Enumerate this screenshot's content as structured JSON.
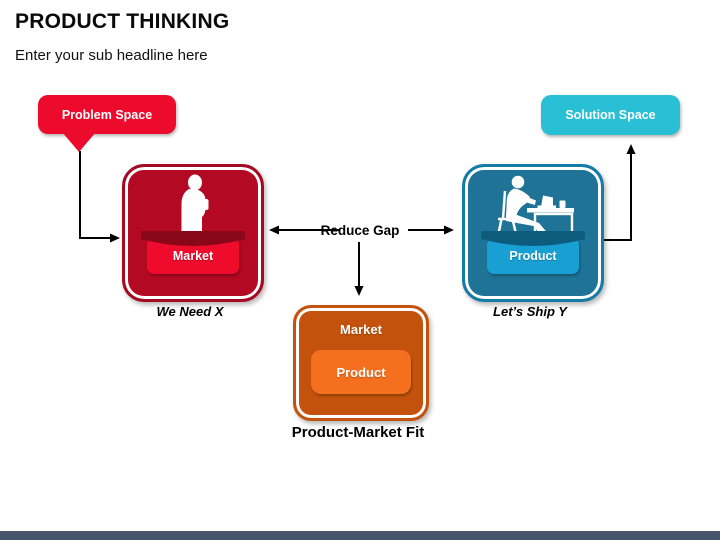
{
  "header": {
    "title": "PRODUCT THINKING",
    "subtitle": "Enter your sub headline here"
  },
  "badges": {
    "problem": {
      "label": "Problem Space",
      "color": "#EC0B2C"
    },
    "solution": {
      "label": "Solution Space",
      "color": "#29BFD4"
    }
  },
  "nodes": {
    "market": {
      "ribbon_label": "Market",
      "caption": "We Need X",
      "fill": "#B30923",
      "ribbon_color": "#EE0B2C",
      "icon": "person-with-phone-icon"
    },
    "product": {
      "ribbon_label": "Product",
      "caption": "Let’s Ship Y",
      "fill": "#1E7396",
      "ribbon_color": "#18A0D2",
      "icon": "person-at-desk-icon"
    },
    "pmf": {
      "outer_label": "Market",
      "inner_label": "Product",
      "caption": "Product-Market Fit",
      "fill": "#C2520C",
      "inner_fill": "#F4701F"
    }
  },
  "connectors": {
    "gap_label": "Reduce Gap",
    "line_color": "#000000"
  },
  "footer": {
    "bar_color": "#46556B"
  }
}
